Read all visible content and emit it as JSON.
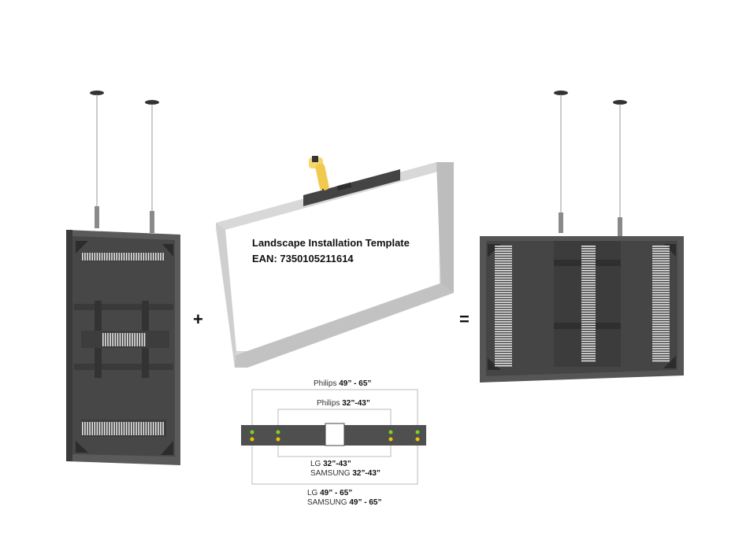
{
  "operators": {
    "plus": "+",
    "equals": "="
  },
  "template": {
    "title": "Landscape Installation Template",
    "ean": "EAN: 7350105211614"
  },
  "bracket_labels": {
    "philips_large": {
      "brand": "Philips",
      "size": "49” - 65”"
    },
    "philips_small": {
      "brand": "Philips",
      "size": "32”-43”"
    },
    "lg_small": {
      "brand": "LG",
      "size": "32”-43”"
    },
    "samsung_small": {
      "brand": "SAMSUNG",
      "size": "32”-43”"
    },
    "lg_large": {
      "brand": "LG",
      "size": "49” - 65”"
    },
    "samsung_large": {
      "brand": "SAMSUNG",
      "size": "49” - 65”"
    }
  },
  "colors": {
    "panel": "#4a4a4a",
    "panel_dark": "#333333",
    "frame": "#cfcfcf",
    "frame_shade": "#a9a9a9",
    "marker_green": "#7ed321",
    "marker_yellow": "#f2c200",
    "drill": "#f5d76e"
  }
}
